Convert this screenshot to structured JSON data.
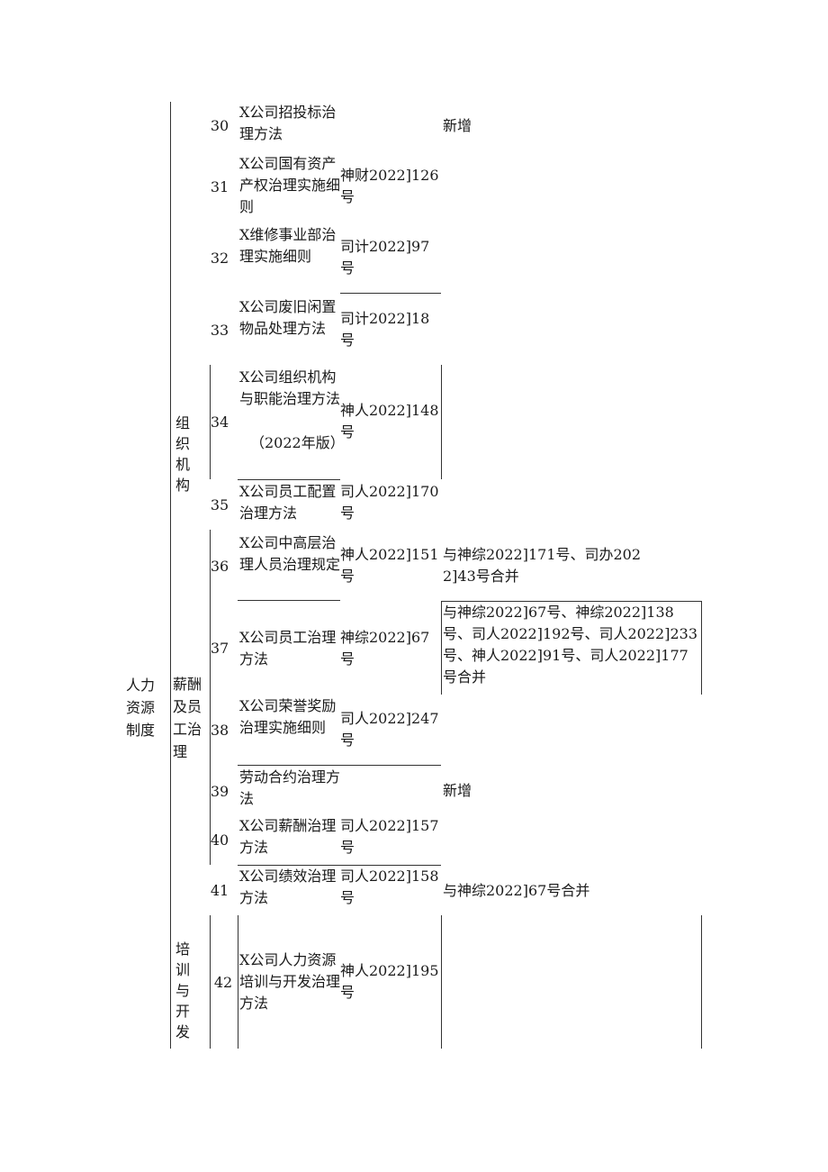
{
  "category": {
    "label": "人力资源制度"
  },
  "groups": [
    {
      "label": "组织机构"
    },
    {
      "label": "薪酬及员工治理"
    },
    {
      "label": "培训与开发"
    }
  ],
  "rows": [
    {
      "num": "30",
      "name": "X公司招投标治理方法",
      "doc": "",
      "note": "新增"
    },
    {
      "num": "31",
      "name": "X公司国有资产产权治理实施细则",
      "doc": "神财2022]126号",
      "note": ""
    },
    {
      "num": "32",
      "name": "X维修事业部治理实施细则",
      "doc": "司计2022]97号",
      "note": ""
    },
    {
      "num": "33",
      "name": "X公司废旧闲置物品处理方法",
      "doc": "司计2022]18号",
      "note": ""
    },
    {
      "num": "34",
      "name": "X公司组织机构与职能治理方法",
      "name_sub": "（2022年版）",
      "doc": "神人2022]148号",
      "note": ""
    },
    {
      "num": "35",
      "name": "X公司员工配置治理方法",
      "doc": "司人2022]170号",
      "note": ""
    },
    {
      "num": "36",
      "name": "X公司中高层治理人员治理规定",
      "doc": "神人2022]151号",
      "note": "与神综2022]171号、司办2022]43号合并"
    },
    {
      "num": "37",
      "name": "X公司员工治理方法",
      "doc": "神综2022]67号",
      "note": "与神综2022]67号、神综2022]138号、司人2022]192号、司人2022]233号、神人2022]91号、司人2022]177号合并"
    },
    {
      "num": "38",
      "name": "X公司荣誉奖励治理实施细则",
      "doc": "司人2022]247号",
      "note": ""
    },
    {
      "num": "39",
      "name": "劳动合约治理方法",
      "doc": "",
      "note": "新增"
    },
    {
      "num": "40",
      "name": "X公司薪酬治理方法",
      "doc": "司人2022]157号",
      "note": ""
    },
    {
      "num": "41",
      "name": "X公司绩效治理方法",
      "doc": "司人2022]158号",
      "note": "与神综2022]67号合并"
    },
    {
      "num": "42",
      "name": "X公司人力资源培训与开发治理方法",
      "doc": "神人2022]195号",
      "note": ""
    }
  ]
}
